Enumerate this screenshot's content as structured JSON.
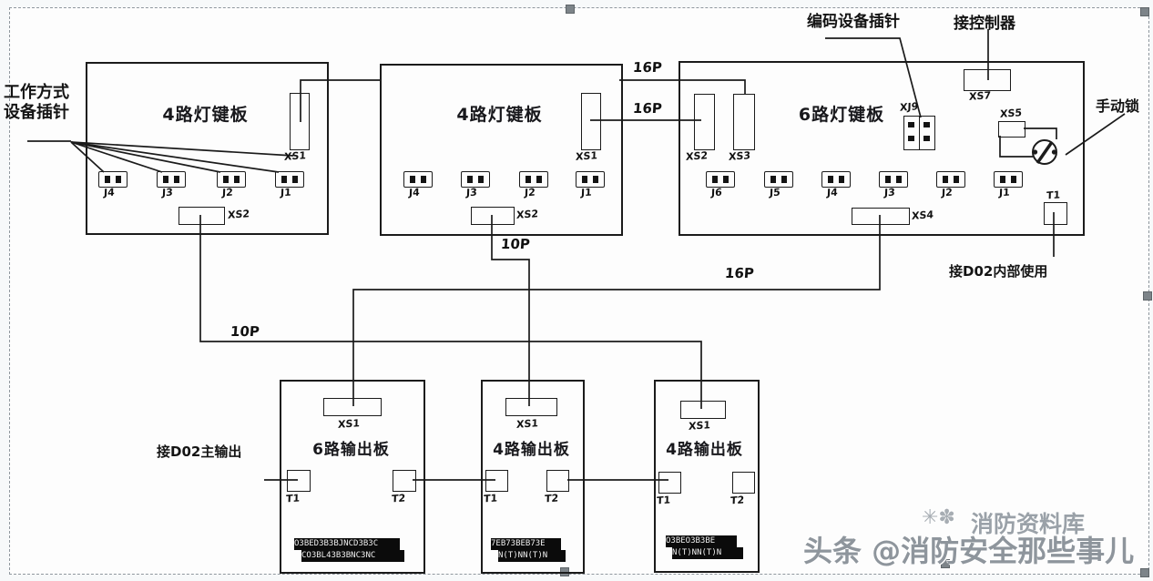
{
  "colors": {
    "line": "#1b1b1b",
    "paper": "#fdfdfd",
    "watermark_grey": "#8e959c",
    "handle_grey": "#7d8489"
  },
  "top_boards": [
    {
      "title": "4路灯键板",
      "side_connector": "XS1",
      "bottom_connector": "XS2",
      "jacks": [
        "J4",
        "J3",
        "J2",
        "J1"
      ]
    },
    {
      "title": "4路灯键板",
      "side_connector": "XS1",
      "bottom_connector": "XS2",
      "jacks": [
        "J4",
        "J3",
        "J2",
        "J1"
      ]
    },
    {
      "title": "6路灯键板",
      "left_connector_a": "XS2",
      "left_connector_b": "XS3",
      "encoder_connector": "XJ9",
      "controller_connector": "XS7",
      "lock_connector": "XS5",
      "bottom_connector": "XS4",
      "aux_connector": "T1",
      "jacks": [
        "J6",
        "J5",
        "J4",
        "J3",
        "J2",
        "J1"
      ]
    }
  ],
  "bottom_boards": [
    {
      "title": "6路输出板",
      "top_connector": "XS1",
      "t1": "T1",
      "t2": "T2",
      "strip_rows": [
        "O3BED3B3BJNCD3B3C",
        "CO3BL43B3BNC3NC"
      ]
    },
    {
      "title": "4路输出板",
      "top_connector": "XS1",
      "t1": "T1",
      "t2": "T2",
      "strip_rows": [
        "7EB73BEB73E",
        "N(T)NN(T)N"
      ]
    },
    {
      "title": "4路输出板",
      "top_connector": "XS1",
      "t1": "T1",
      "t2": "T2",
      "strip_rows": [
        "O3BEO3B3BE",
        "N(T)NN(T)N"
      ]
    }
  ],
  "wire_labels": {
    "top_16p_a": "16P",
    "top_16p_b": "16P",
    "mid_16p": "16P",
    "left_10p": "10P",
    "center_10p": "10P"
  },
  "annotations": {
    "work_mode_line1": "工作方式",
    "work_mode_line2": "设备插针",
    "encoder_pins": "编码设备插针",
    "to_controller": "接控制器",
    "manual_lock": "手动锁",
    "d02_internal": "接D02内部使用",
    "d02_main": "接D02主输出"
  },
  "watermark": {
    "logo_glyph": "✳✽",
    "source": "消防资料库",
    "credit": "头条 @消防安全那些事儿"
  }
}
